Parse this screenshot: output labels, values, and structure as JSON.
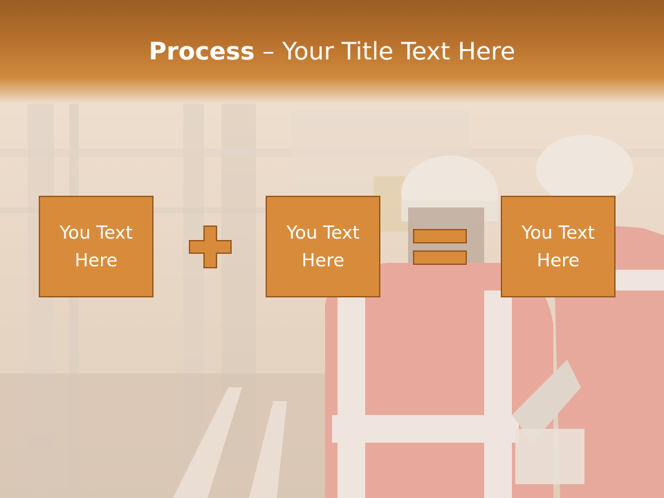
{
  "title": {
    "bold": "Process",
    "dash": "–",
    "rest": "Your Title Text Here"
  },
  "boxes": [
    {
      "text": "You Text Here"
    },
    {
      "text": "You Text Here"
    },
    {
      "text": "You Text Here"
    }
  ],
  "operators": {
    "plus_icon": "plus-icon",
    "equals_icon": "equals-icon"
  },
  "colors": {
    "header": "#b8712d",
    "box_fill": "#d88c3b",
    "box_border": "#9c5b20",
    "text": "#ffffff"
  }
}
